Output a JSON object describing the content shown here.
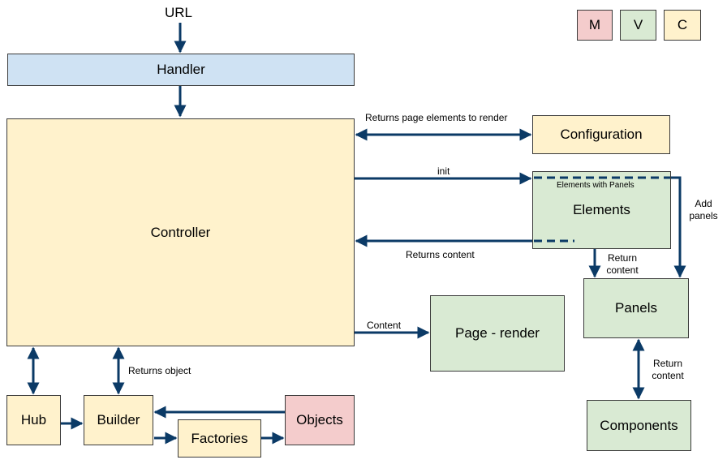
{
  "legend": {
    "m": "M",
    "v": "V",
    "c": "C"
  },
  "nodes": {
    "url": "URL",
    "handler": "Handler",
    "controller": "Controller",
    "configuration": "Configuration",
    "elements": "Elements",
    "elements_sub": "Elements with Panels",
    "panels": "Panels",
    "page_render": "Page - render",
    "components": "Components",
    "hub": "Hub",
    "builder": "Builder",
    "factories": "Factories",
    "objects": "Objects"
  },
  "edges": {
    "returns_page_elements": "Returns page elements to render",
    "init": "init",
    "returns_content": "Returns content",
    "content": "Content",
    "add_panels_1": "Add",
    "add_panels_2": "panels",
    "return_content_a_1": "Return",
    "return_content_a_2": "content",
    "return_content_b_1": "Return",
    "return_content_b_2": "content",
    "returns_object": "Returns object"
  },
  "colors": {
    "model": "#f4cccc",
    "view": "#d9ead3",
    "controller": "#fff2cc",
    "handler": "#cfe2f3",
    "arrow": "#0b3a66"
  }
}
